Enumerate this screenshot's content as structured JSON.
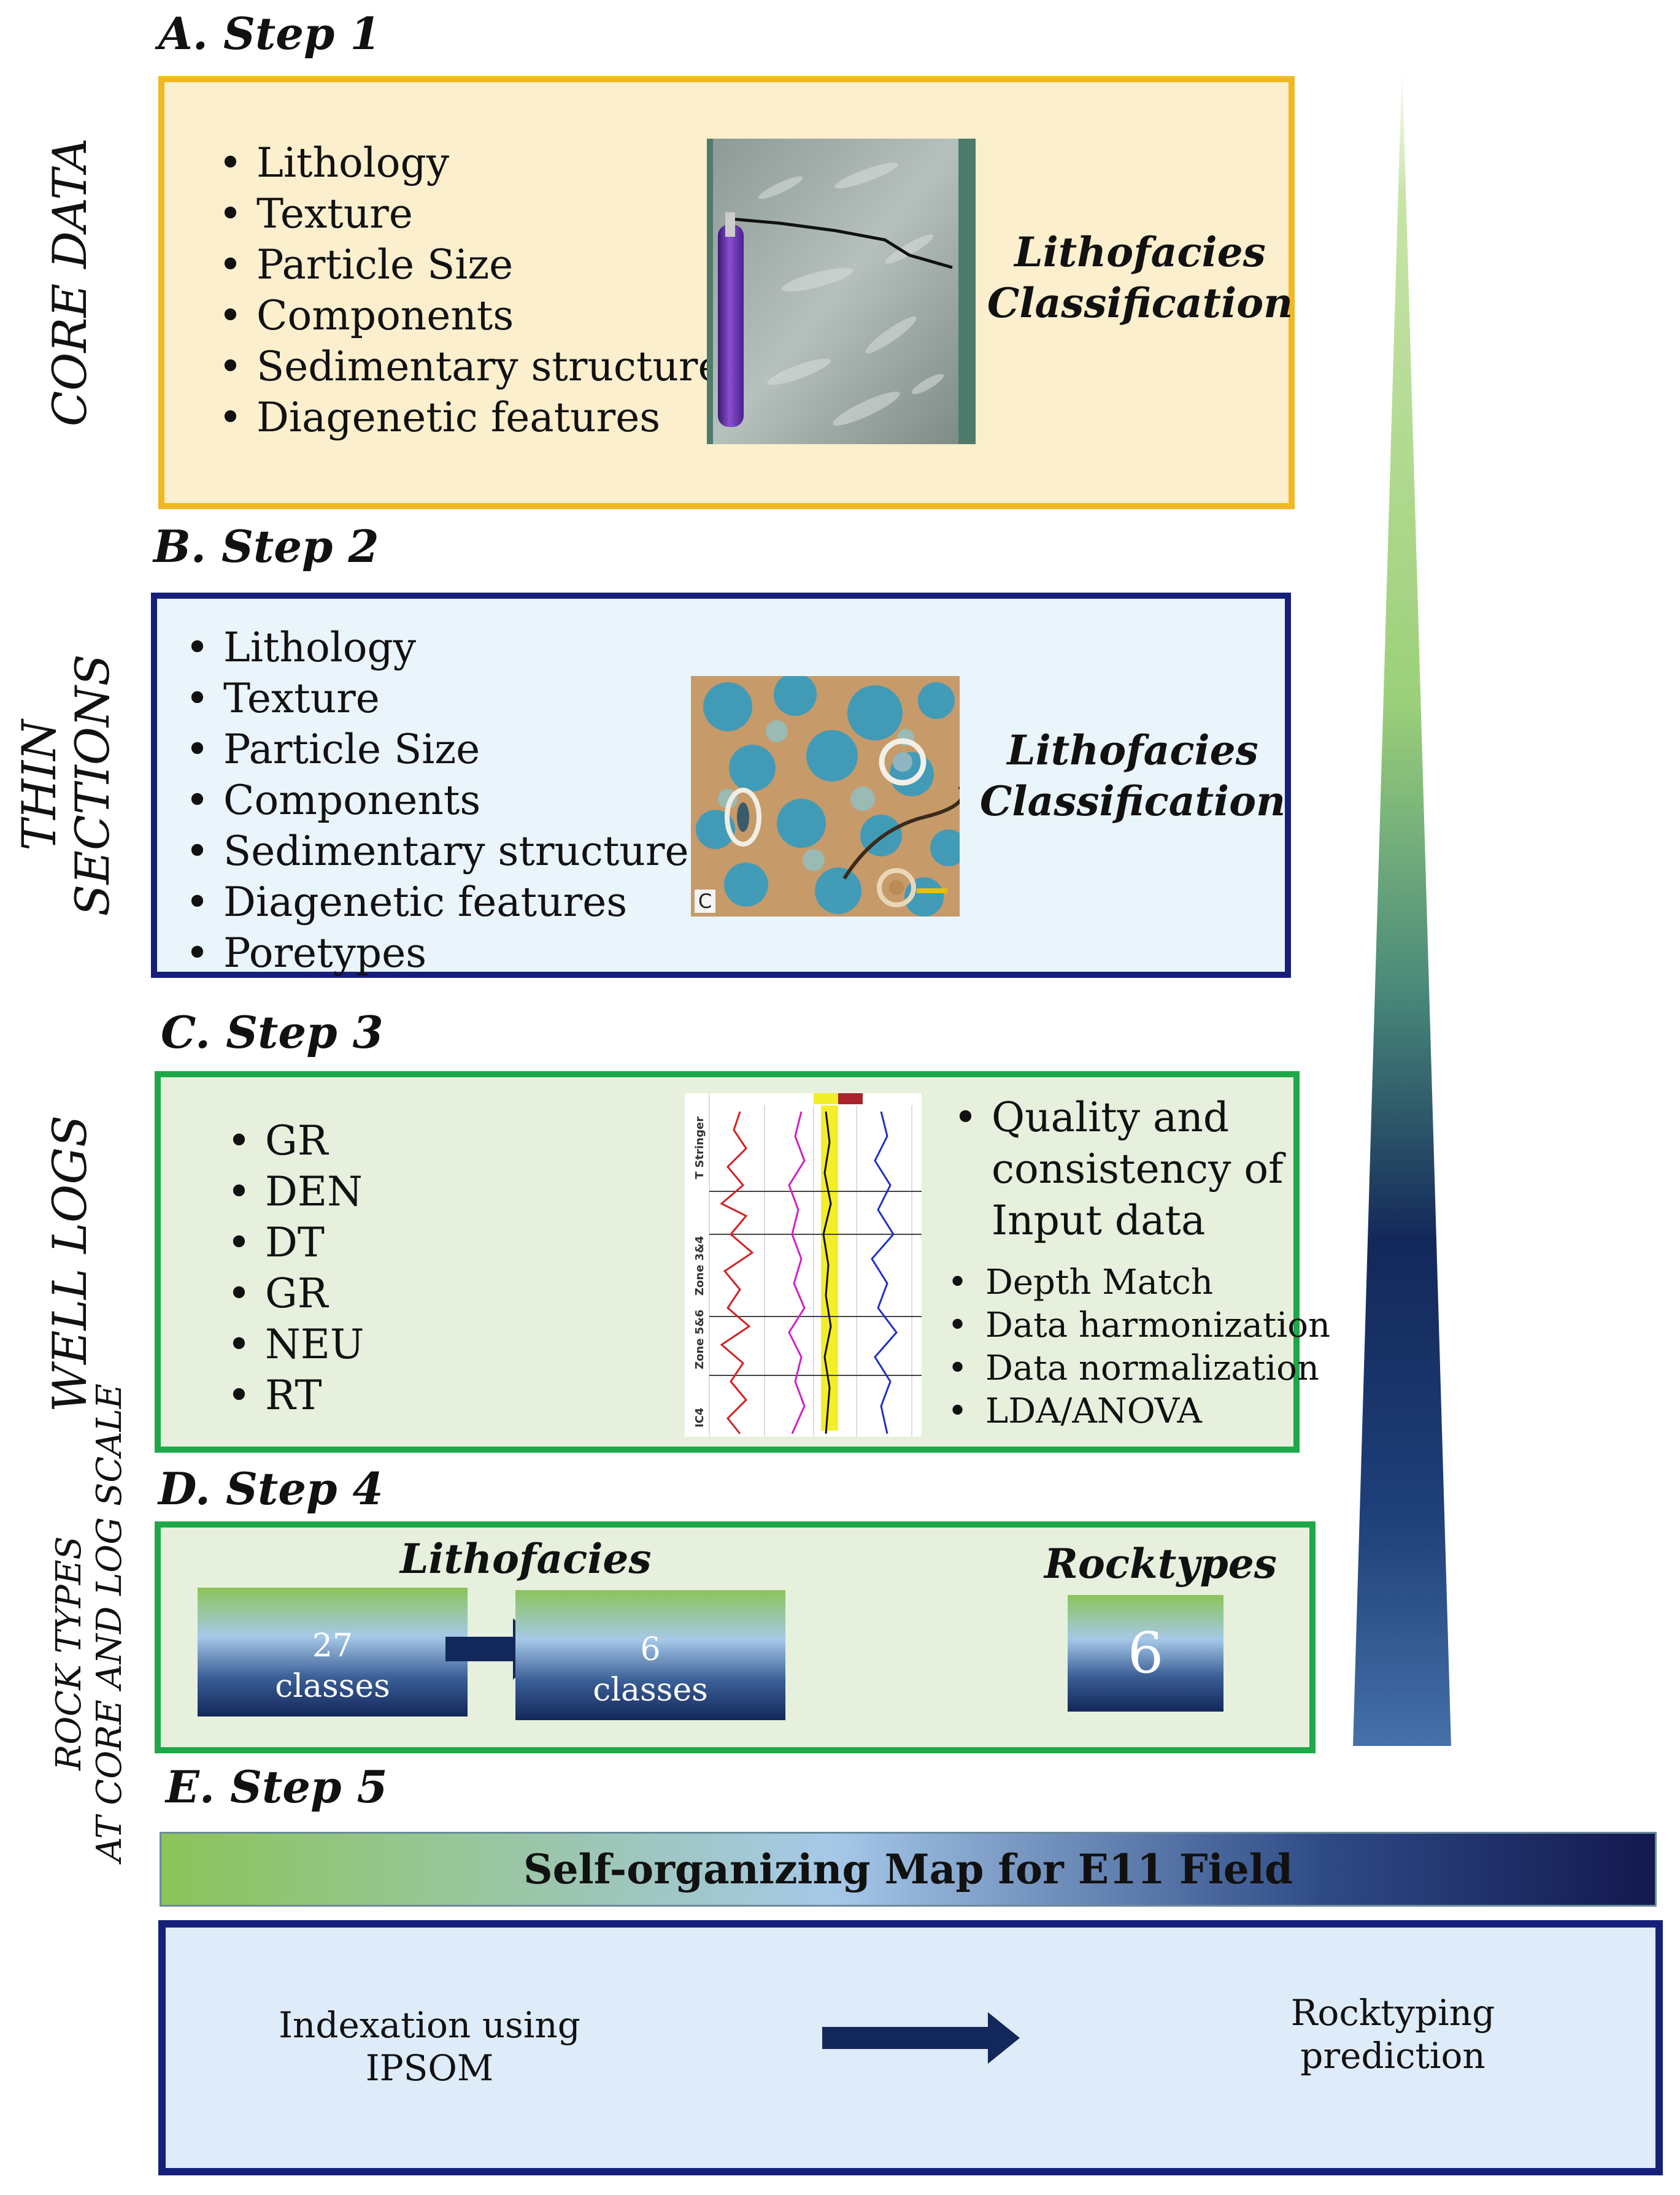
{
  "steps": [
    {
      "title": "A. Step  1",
      "side_label": [
        "CORE DATA"
      ],
      "items": [
        "Lithology",
        "Texture",
        "Particle Size",
        "Components",
        "Sedimentary structures",
        "Diagenetic features"
      ],
      "classification": [
        "Lithofacies",
        "Classification"
      ],
      "border_color": "#f2b824",
      "fill_color": "#fbefcd"
    },
    {
      "title": "B. Step  2",
      "side_label": [
        "THIN",
        "SECTIONS"
      ],
      "items": [
        "Lithology",
        "Texture",
        "Particle Size",
        "Components",
        "Sedimentary structures",
        "Diagenetic features",
        "Poretypes"
      ],
      "classification": [
        "Lithofacies",
        "Classification"
      ],
      "image_letter": "C",
      "border_color": "#16207a",
      "fill_color": "#eaf4fb"
    },
    {
      "title": "C. Step  3",
      "side_label": [
        "WELL LOGS"
      ],
      "items": [
        "GR",
        "DEN",
        "DT",
        "GR",
        "NEU",
        "RT"
      ],
      "quality_heading": [
        "Quality and",
        "consistency of",
        "Input data"
      ],
      "quality_items": [
        "Depth Match",
        "Data harmonization",
        "Data normalization",
        "LDA/ANOVA"
      ],
      "log_zones": [
        "T Stringer",
        "Zone 3&4",
        "Zone 5&6",
        "IC4"
      ],
      "border_color": "#1fa84a",
      "fill_color": "#e6f0dc"
    },
    {
      "title": "D. Step  4",
      "side_label": [
        "ROCK TYPES",
        "AT CORE AND LOG SCALE"
      ],
      "lithofacies_label": "Lithofacies",
      "block1": [
        "27",
        "classes"
      ],
      "block2": [
        "6",
        "classes"
      ],
      "rocktypes_label": "Rocktypes",
      "rocktypes_value": "6",
      "border_color": "#1fa84a",
      "fill_color": "#e6f0dc"
    },
    {
      "title": "E. Step  5",
      "banner": "Self-organizing Map for E11 Field",
      "left_text": [
        "Indexation using",
        "IPSOM"
      ],
      "right_text": [
        "Rocktyping",
        "prediction"
      ],
      "border_color": "#16207a",
      "fill_color": "#deebf8"
    }
  ],
  "colors": {
    "green": "#8cc45a",
    "light_blue": "#a6c8e8",
    "dark_navy": "#13285a",
    "arrow_navy": "#13285a"
  }
}
